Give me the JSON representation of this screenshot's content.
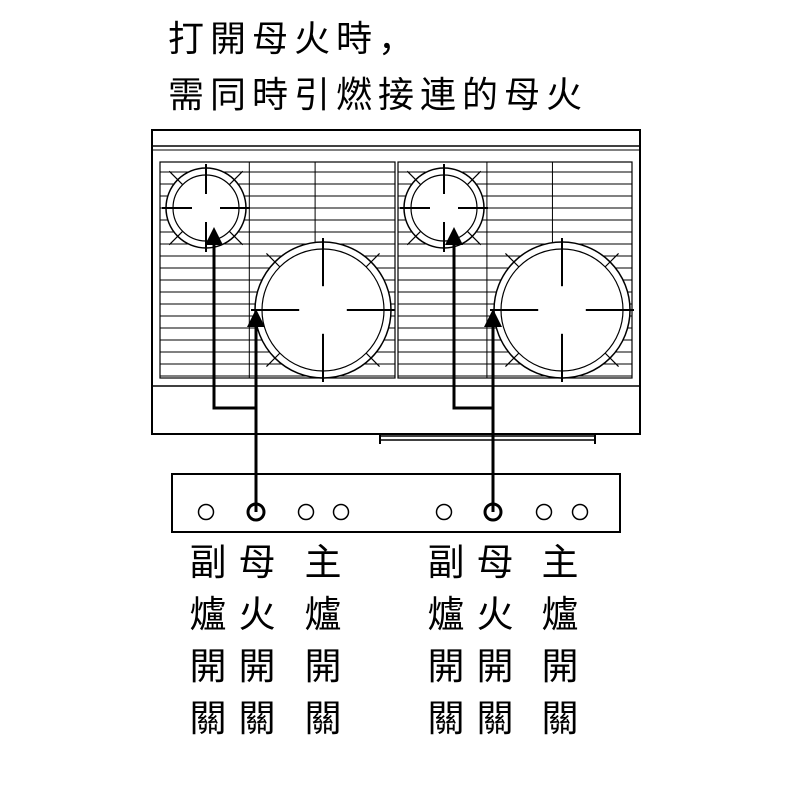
{
  "title": {
    "line1": "打開母火時，",
    "line2": "需同時引燃接連的母火"
  },
  "labels": {
    "left": {
      "sub": [
        "副",
        "爐",
        "開",
        "關"
      ],
      "mother": [
        "母",
        "火",
        "開",
        "關"
      ],
      "main": [
        "主",
        "爐",
        "開",
        "關"
      ]
    },
    "right": {
      "sub": [
        "副",
        "爐",
        "開",
        "關"
      ],
      "mother": [
        "母",
        "火",
        "開",
        "關"
      ],
      "main": [
        "主",
        "爐",
        "開",
        "關"
      ]
    }
  },
  "colors": {
    "line": "#000000",
    "background": "#ffffff"
  }
}
